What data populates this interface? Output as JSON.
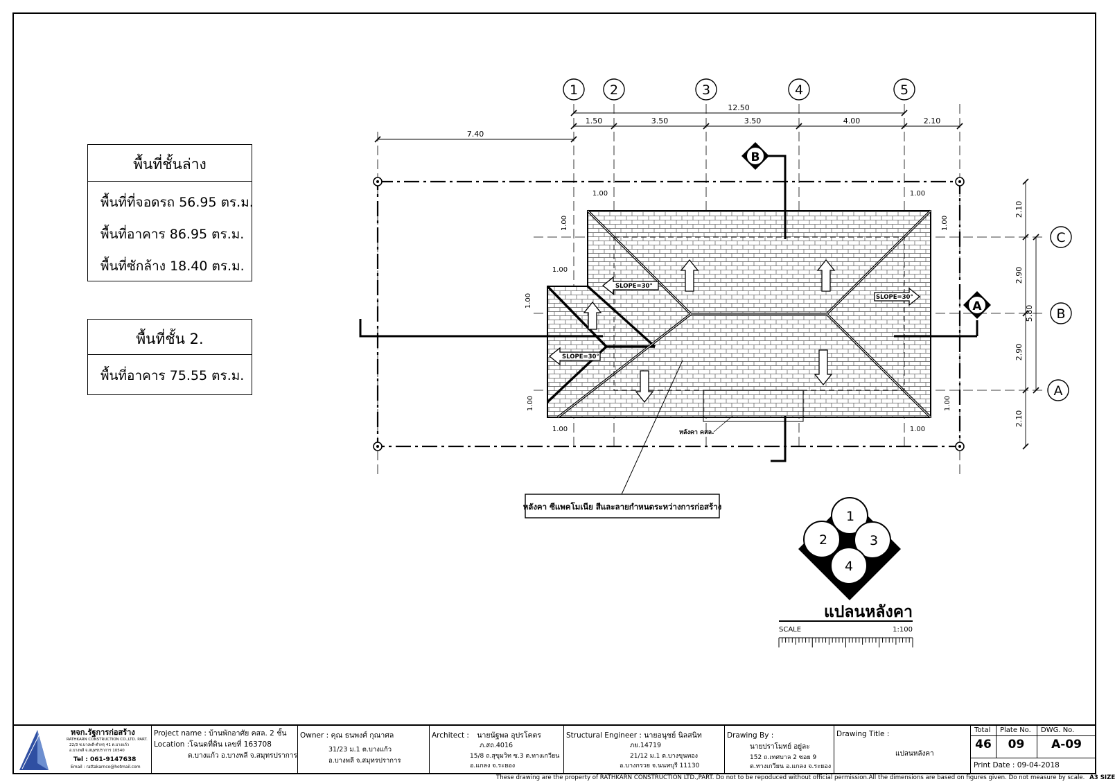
{
  "area_tables": {
    "ground": {
      "heading": "พื้นที่ชั้นล่าง",
      "lines": [
        "พื้นที่ที่จอดรถ 56.95 ตร.ม.",
        "พื้นที่อาคาร 86.95 ตร.ม.",
        "พื้นที่ซักล้าง 18.40 ตร.ม."
      ]
    },
    "second": {
      "heading": "พื้นที่ชั้น 2.",
      "lines": [
        "พื้นที่อาคาร 75.55 ตร.ม."
      ]
    }
  },
  "plan": {
    "grid_x": [
      "1",
      "2",
      "3",
      "4",
      "5"
    ],
    "grid_y": [
      "C",
      "B",
      "A"
    ],
    "total_dim": "12.50",
    "offset_dim": "7.40",
    "x_dims": [
      "1.50",
      "3.50",
      "3.50",
      "4.00",
      "2.10"
    ],
    "y_dims": [
      "2.10",
      "2.90",
      "2.90",
      "2.10"
    ],
    "y_total": "5.80",
    "overhang": "1.00",
    "slope_label": "SLOPE=30°",
    "section_markers": [
      "A",
      "B"
    ],
    "gutter_label": "หลังคา คสล.",
    "roof_note": "หลังคา ซีแพคโมเนีย สีและลายกำหนดระหว่างการก่อสร้าง",
    "key_numbers": [
      "1",
      "2",
      "3",
      "4"
    ],
    "title": "แปลนหลังคา",
    "scale_label": "SCALE",
    "scale_value": "1:100"
  },
  "title_block": {
    "company_th": "หจก.รัฐการก่อสร้าง",
    "company_en": "RATHKARN CONSTRUCTION CO.,LTD. PART.",
    "company_addr1": "22/3 ซ.บางพลี-ตำหรุ 41 ต.บางแก้ว",
    "company_addr2": "อ.บางพลี จ.สมุทรปราการ 10540",
    "company_tel": "Tel : 061-9147638",
    "company_email": "Email : rattakarnco@hotmail.com",
    "project_label": "Project name :",
    "project_name": "บ้านพักอาศัย คสล. 2 ชั้น",
    "location_label": "Location :",
    "location_1": "โฉนดที่ดิน เลขที่ 163708",
    "location_2": "ต.บางแก้ว อ.บางพลี จ.สมุทรปราการ",
    "owner_label": "Owner :",
    "owner_name": "คุณ ธนพงศ์ กุณาศล",
    "owner_addr1": "31/23 ม.1 ต.บางแก้ว",
    "owner_addr2": "อ.บางพลี จ.สมุทรปราการ",
    "architect_label": "Architect :",
    "architect_name": "นายนัฐพล อุปรโคตร",
    "architect_lic": "ภ.สถ.4016",
    "architect_addr1": "15/8 ถ.สุขุมวิท ซ.3 ต.ทางเกวียน",
    "architect_addr2": "อ.แกลง จ.ระยอง",
    "engineer_label": "Structural Engineer :",
    "engineer_name": "นายอนุชย์ นิลสนิท",
    "engineer_lic": "ภย.14719",
    "engineer_addr1": "21/12 ม.1 ต.บางขุนทอง",
    "engineer_addr2": "อ.บางกรวย จ.นนทบุรี 11130",
    "drawing_by_label": "Drawing By :",
    "drawing_by_name": "นายปราโมทย์ อยู่ละ",
    "drawing_by_addr1": "152 ถ.เทศบาล 2 ซอย 9",
    "drawing_by_addr2": "ต.ทางเกวียน อ.แกลง จ.ระยอง",
    "drawing_title_label": "Drawing Title :",
    "drawing_title": "แปลนหลังคา",
    "total_label": "Total",
    "plate_label": "Plate No.",
    "dwg_label": "DWG. No.",
    "total": "46",
    "plate": "09",
    "dwg": "A-09",
    "print_date": "Print Date : 09-04-2018",
    "footer_note": "These drawing are the property of RATHKARN CONSTRUCTION LTD.,PART. Do not to be repoduced without official permission.All the dimensions are based on figures given. Do not measure by scale.",
    "sheet_size": "A3 SIZE"
  }
}
